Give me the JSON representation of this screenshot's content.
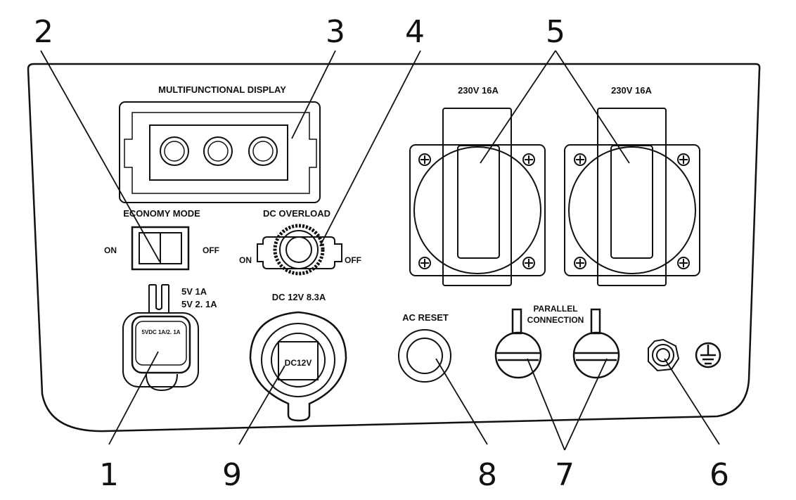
{
  "callouts": [
    "1",
    "2",
    "3",
    "4",
    "5",
    "6",
    "7",
    "8",
    "9"
  ],
  "display": {
    "title": "MULTIFUNCTIONAL DISPLAY"
  },
  "economy_mode": {
    "title": "ECONOMY MODE",
    "on": "ON",
    "off": "OFF"
  },
  "dc_overload": {
    "title": "DC OVERLOAD",
    "on": "ON",
    "off": "OFF"
  },
  "usb": {
    "rating_1": "5V 1A",
    "rating_2": "5V 2. 1A",
    "port_text": "5VDC 1A/2. 1A"
  },
  "dc_outlet": {
    "rating": "DC 12V  8.3A",
    "port_text": "DC12V"
  },
  "ac_outlets": [
    {
      "rating": "230V 16A"
    },
    {
      "rating": "230V 16A"
    }
  ],
  "ac_reset": {
    "title": "AC RESET"
  },
  "parallel": {
    "line_1": "PARALLEL",
    "line_2": "CONNECTION"
  },
  "ground": {
    "icon": "ground-icon"
  }
}
